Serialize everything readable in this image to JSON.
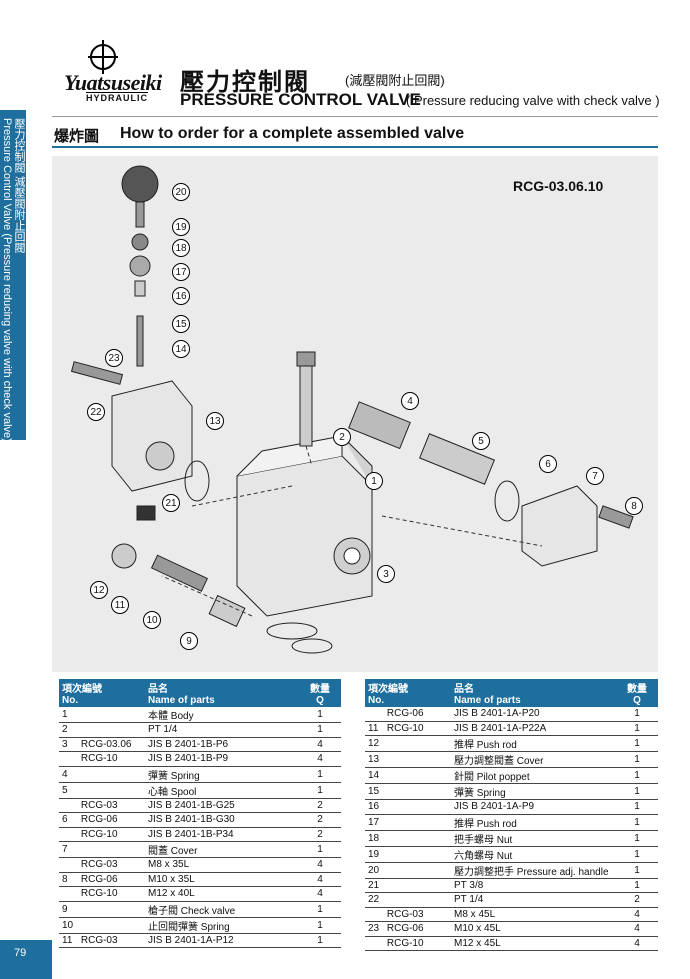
{
  "sidebar": {
    "zh": "壓力控制閥 減壓閥附止回閥",
    "en": "Pressure Control Valve (Pressure reducing valve with check valve)"
  },
  "page_number": "79",
  "brand": {
    "name": "Yuatsuseiki",
    "sub": "HYDRAULIC"
  },
  "header": {
    "title_zh": "壓力控制閥",
    "title_zh_sub": "(減壓閥附止回閥)",
    "title_en": "PRESSURE CONTROL VALVE",
    "title_en_sub": "( Pressure reducing valve with check valve )"
  },
  "section": {
    "zh": "爆炸圖",
    "en": "How to order for a complete assembled valve"
  },
  "model": "RCG-03.06.10",
  "callouts": [
    "1",
    "2",
    "3",
    "4",
    "5",
    "6",
    "7",
    "8",
    "9",
    "10",
    "11",
    "12",
    "13",
    "14",
    "15",
    "16",
    "17",
    "18",
    "19",
    "20",
    "21",
    "22",
    "23"
  ],
  "table_headers": {
    "no_zh": "項次編號",
    "no_en": "No.",
    "name_zh": "品名",
    "name_en": "Name of parts",
    "q_zh": "數量",
    "q_en": "Q"
  },
  "left_rows": [
    {
      "no": "1",
      "sub": "",
      "name": "本體 Body",
      "q": "1"
    },
    {
      "no": "2",
      "sub": "",
      "name": "PT 1/4",
      "q": "1"
    },
    {
      "no": "3",
      "sub": "RCG-03.06",
      "name": "JIS B 2401-1B-P6",
      "q": "4"
    },
    {
      "no": "",
      "sub": "RCG-10",
      "name": "JIS B 2401-1B-P9",
      "q": "4"
    },
    {
      "no": "4",
      "sub": "",
      "name": "彈簧 Spring",
      "q": "1"
    },
    {
      "no": "5",
      "sub": "",
      "name": "心軸 Spool",
      "q": "1"
    },
    {
      "no": "",
      "sub": "RCG-03",
      "name": "JIS B 2401-1B-G25",
      "q": "2"
    },
    {
      "no": "6",
      "sub": "RCG-06",
      "name": "JIS B 2401-1B-G30",
      "q": "2"
    },
    {
      "no": "",
      "sub": "RCG-10",
      "name": "JIS B 2401-1B-P34",
      "q": "2"
    },
    {
      "no": "7",
      "sub": "",
      "name": "閥蓋 Cover",
      "q": "1"
    },
    {
      "no": "",
      "sub": "RCG-03",
      "name": "M8 x 35L",
      "q": "4"
    },
    {
      "no": "8",
      "sub": "RCG-06",
      "name": "M10 x 35L",
      "q": "4"
    },
    {
      "no": "",
      "sub": "RCG-10",
      "name": "M12 x 40L",
      "q": "4"
    },
    {
      "no": "9",
      "sub": "",
      "name": "槍子閥 Check valve",
      "q": "1"
    },
    {
      "no": "10",
      "sub": "",
      "name": "止回閥彈簧 Spring",
      "q": "1"
    },
    {
      "no": "11",
      "sub": "RCG-03",
      "name": "JIS B 2401-1A-P12",
      "q": "1"
    }
  ],
  "right_rows": [
    {
      "no": "",
      "sub": "RCG-06",
      "name": "JIS B 2401-1A-P20",
      "q": "1"
    },
    {
      "no": "11",
      "sub": "RCG-10",
      "name": "JIS B 2401-1A-P22A",
      "q": "1"
    },
    {
      "no": "12",
      "sub": "",
      "name": "推桿 Push rod",
      "q": "1"
    },
    {
      "no": "13",
      "sub": "",
      "name": "壓力調整閥蓋 Cover",
      "q": "1"
    },
    {
      "no": "14",
      "sub": "",
      "name": "針閥 Pilot poppet",
      "q": "1"
    },
    {
      "no": "15",
      "sub": "",
      "name": "彈簧 Spring",
      "q": "1"
    },
    {
      "no": "16",
      "sub": "",
      "name": "JIS B 2401-1A-P9",
      "q": "1"
    },
    {
      "no": "17",
      "sub": "",
      "name": "推桿 Push rod",
      "q": "1"
    },
    {
      "no": "18",
      "sub": "",
      "name": "把手螺母 Nut",
      "q": "1"
    },
    {
      "no": "19",
      "sub": "",
      "name": "六角螺母 Nut",
      "q": "1"
    },
    {
      "no": "20",
      "sub": "",
      "name": "壓力調整把手 Pressure adj. handle",
      "q": "1"
    },
    {
      "no": "21",
      "sub": "",
      "name": "PT 3/8",
      "q": "1"
    },
    {
      "no": "22",
      "sub": "",
      "name": "PT 1/4",
      "q": "2"
    },
    {
      "no": "",
      "sub": "RCG-03",
      "name": "M8 x 45L",
      "q": "4"
    },
    {
      "no": "23",
      "sub": "RCG-06",
      "name": "M10 x 45L",
      "q": "4"
    },
    {
      "no": "",
      "sub": "RCG-10",
      "name": "M12 x 45L",
      "q": "4"
    }
  ]
}
